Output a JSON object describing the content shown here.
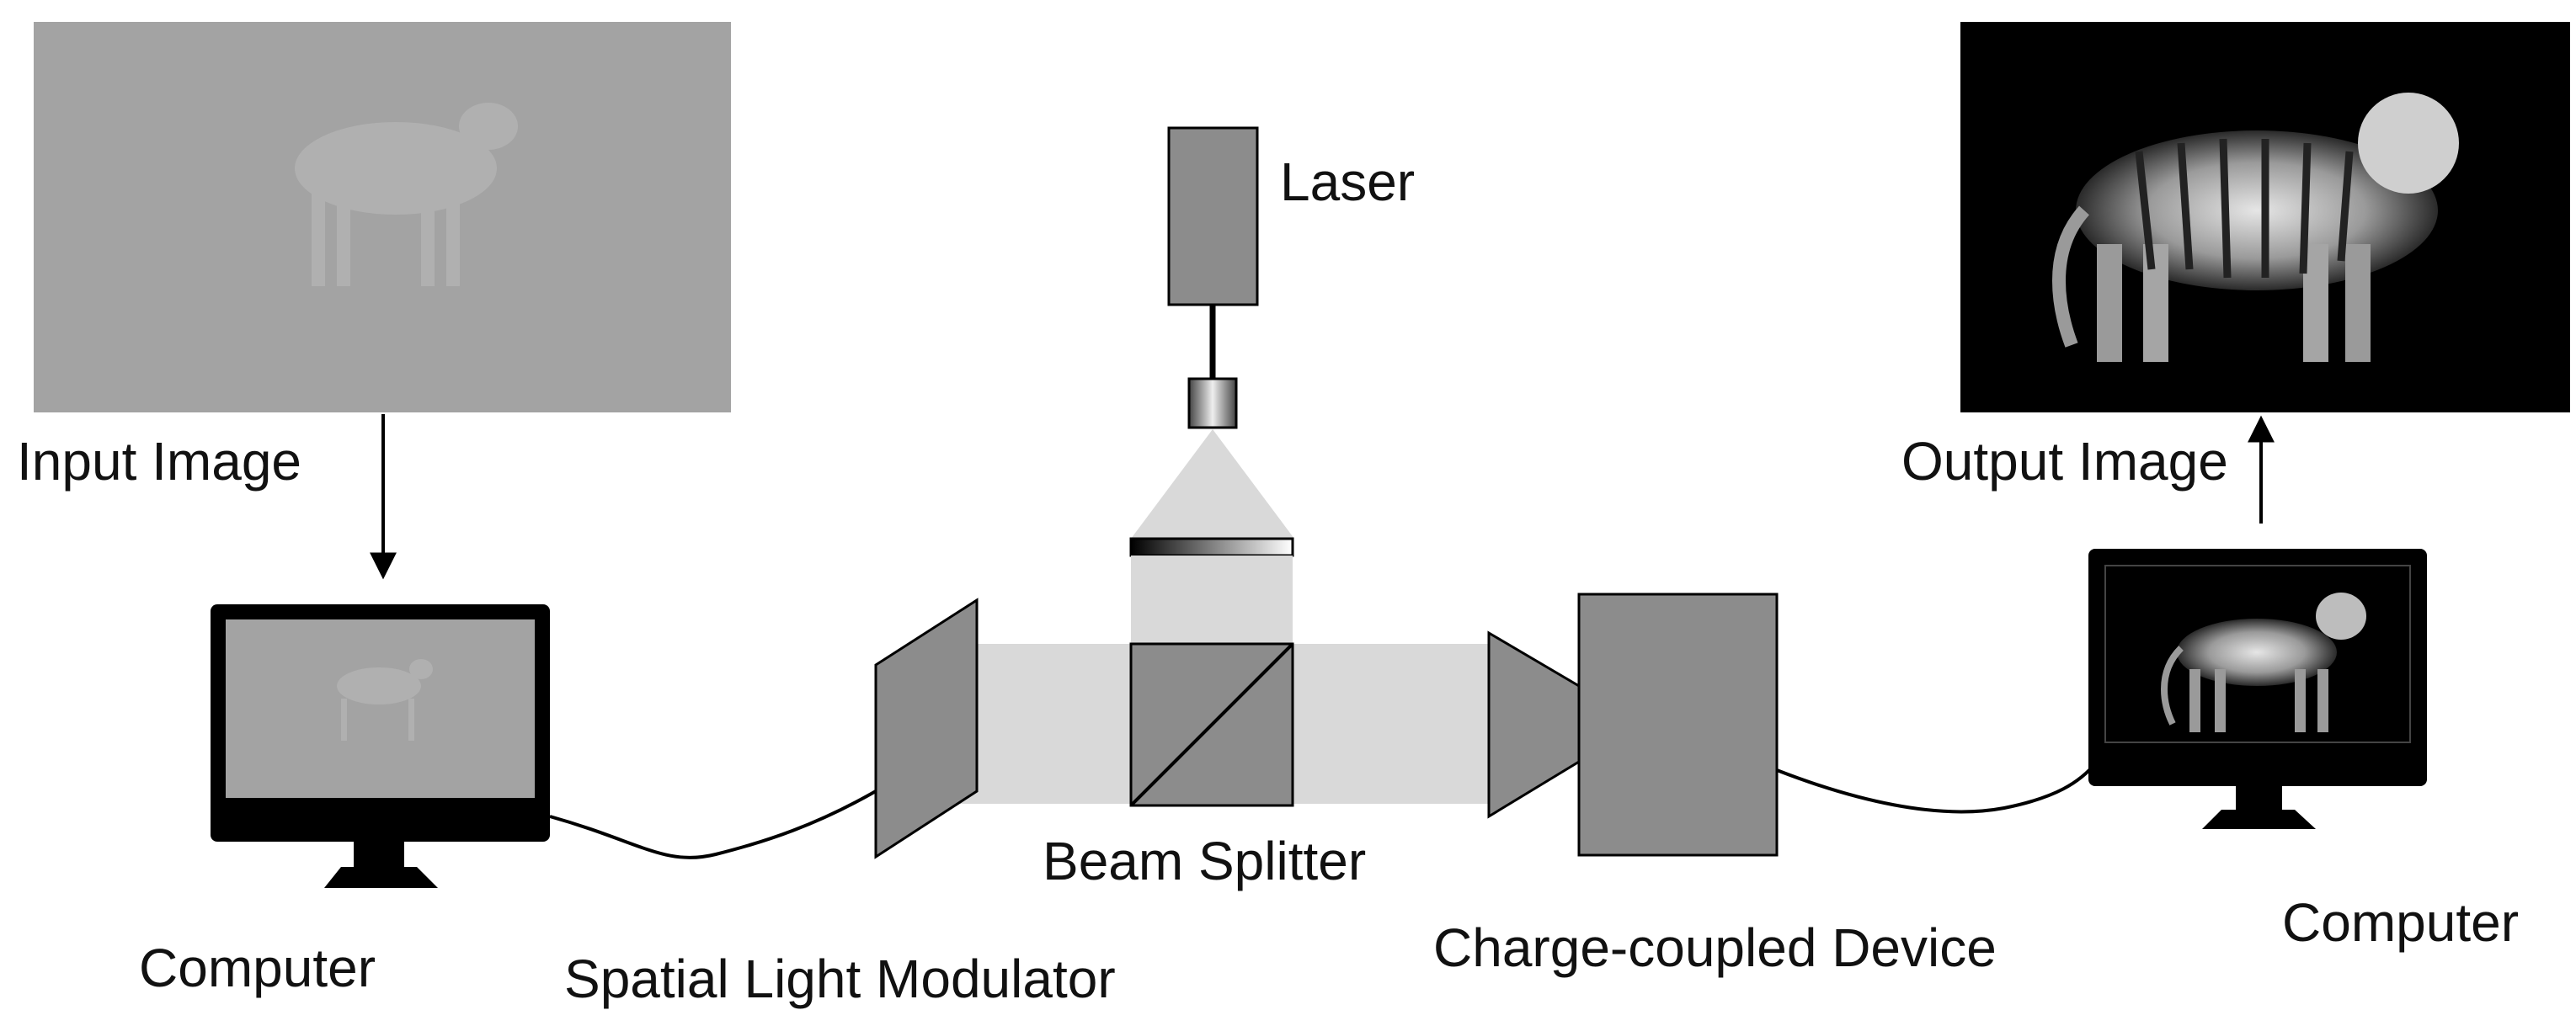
{
  "labels": {
    "input_image": "Input Image",
    "output_image": "Output Image",
    "laser": "Laser",
    "beam_splitter": "Beam Splitter",
    "computer_left": "Computer",
    "computer_right": "Computer",
    "slm": "Spatial Light Modulator",
    "ccd": "Charge-coupled Device"
  },
  "colors": {
    "input_panel": "#a3a3a3",
    "output_panel": "#000000",
    "device_gray": "#8c8c8c",
    "beam_light": "#d9d9d9",
    "monitor_frame": "#000000",
    "line": "#000000"
  }
}
